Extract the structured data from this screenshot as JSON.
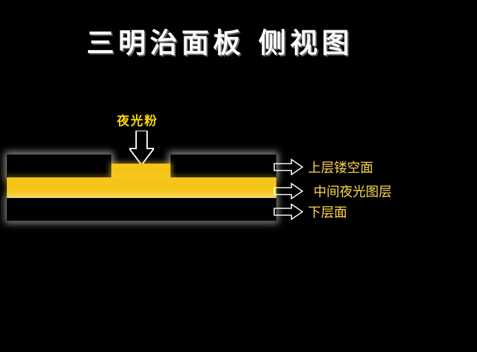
{
  "title": "三明治面板 侧视图",
  "diagram": {
    "powder_label": "夜光粉",
    "layers": [
      {
        "label": "上层镂空面"
      },
      {
        "label": "中间夜光图层"
      },
      {
        "label": "下层面"
      }
    ]
  },
  "colors": {
    "background": "#000000",
    "luminous_layer": "#f5c518",
    "label_text": "#ffd84a",
    "title_text": "#ffffff"
  }
}
